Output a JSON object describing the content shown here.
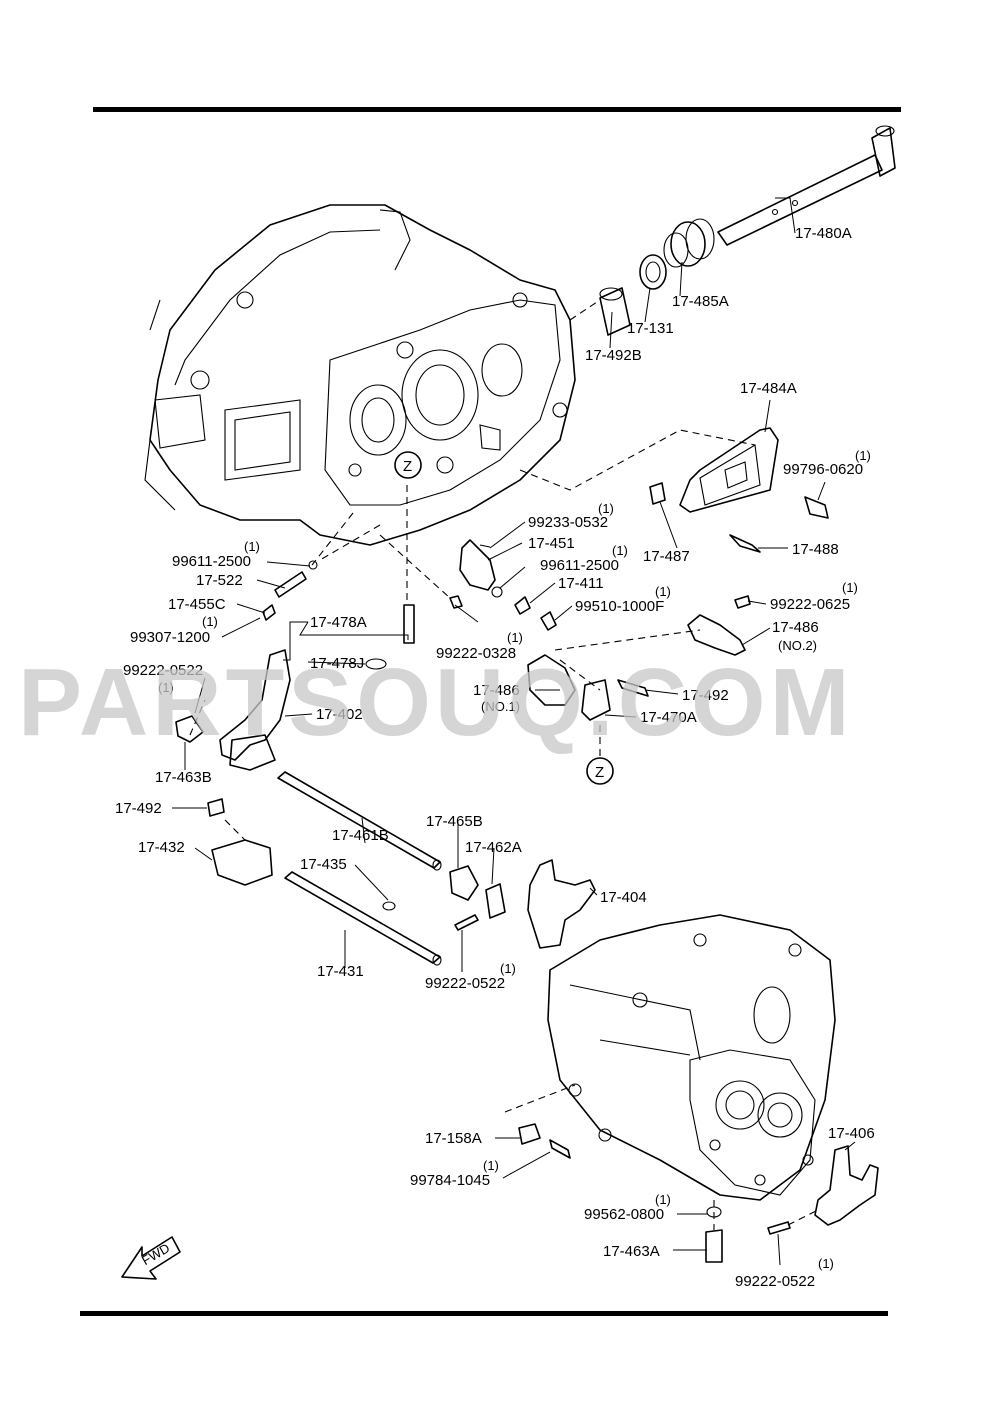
{
  "watermark": "PARTSOUQ.COM",
  "fwd_label": "FWD",
  "zone_marker": "Z",
  "labels": {
    "p17_480A": "17-480A",
    "p17_485A": "17-485A",
    "p17_131": "17-131",
    "p17_492B": "17-492B",
    "p17_484A": "17-484A",
    "q99796_0620": "(1)",
    "p99796_0620": "99796-0620",
    "p17_487": "17-487",
    "p17_488": "17-488",
    "q99233_0532": "(1)",
    "p99233_0532": "99233-0532",
    "p17_451": "17-451",
    "q99611_2500_mid": "(1)",
    "p99611_2500_mid": "99611-2500",
    "p17_411": "17-411",
    "q99510_1000F": "(1)",
    "p99510_1000F": "99510-1000F",
    "q99611_2500_left": "(1)",
    "p99611_2500_left": "99611-2500",
    "p17_522": "17-522",
    "p17_455C": "17-455C",
    "q99307_1200": "(1)",
    "p99307_1200": "99307-1200",
    "p17_478A": "17-478A",
    "p17_478J": "17-478J",
    "q99222_0328": "(1)",
    "p99222_0328": "99222-0328",
    "q99222_0625": "(1)",
    "p99222_0625": "99222-0625",
    "p17_486_no2": "17-486",
    "no2": "(NO.2)",
    "p17_486_no1": "17-486",
    "no1": "(NO.1)",
    "p17_492_right": "17-492",
    "p17_470A": "17-470A",
    "p99222_0522_top": "99222-0522",
    "q99222_0522_top": "(1)",
    "p17_402": "17-402",
    "p17_463B": "17-463B",
    "p17_492_left": "17-492",
    "p17_461B": "17-461B",
    "p17_465B": "17-465B",
    "p17_462A": "17-462A",
    "p17_432": "17-432",
    "p17_435": "17-435",
    "p17_404": "17-404",
    "p17_431": "17-431",
    "q99222_0522_mid": "(1)",
    "p99222_0522_mid": "99222-0522",
    "p17_158A": "17-158A",
    "q99784_1045": "(1)",
    "p99784_1045": "99784-1045",
    "p17_406": "17-406",
    "q99562_0800": "(1)",
    "p99562_0800": "99562-0800",
    "p17_463A": "17-463A",
    "q99222_0522_bot": "(1)",
    "p99222_0522_bot": "99222-0522"
  }
}
